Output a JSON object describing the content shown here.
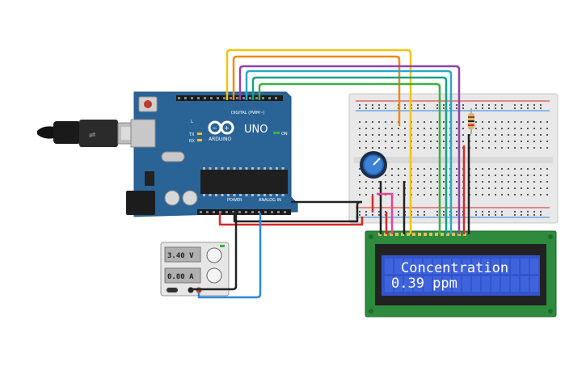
{
  "arduino": {
    "board_name": "UNO",
    "brand": "ARDUINO",
    "digital_label": "DIGITAL (PWM~)",
    "power_label": "POWER",
    "analog_label": "ANALOG IN",
    "on_label": "ON",
    "tx_label": "TX",
    "rx_label": "RX",
    "l_label": "L"
  },
  "lcd": {
    "line1": "Concentration",
    "line2": "0.39 ppm"
  },
  "power_supply": {
    "voltage": "3.40 V",
    "current": "0.00 A"
  },
  "colors": {
    "board": "#2a6496",
    "lcd_pcb": "#2e8b3e",
    "lcd_screen": "#3355cc",
    "breadboard": "#e8e8e8",
    "wire_yellow": "#f2c40f",
    "wire_orange": "#ef8a17",
    "wire_purple": "#8e44ad",
    "wire_cyan": "#2aa8c9",
    "wire_teal": "#16a085",
    "wire_green": "#3cb043",
    "wire_red": "#d62828",
    "wire_black": "#222222",
    "wire_blue": "#2e86de",
    "wire_pink": "#e84393"
  },
  "icons": [
    "usb-plug-icon",
    "potentiometer-icon",
    "resistor-icon",
    "dc-jack-icon"
  ]
}
